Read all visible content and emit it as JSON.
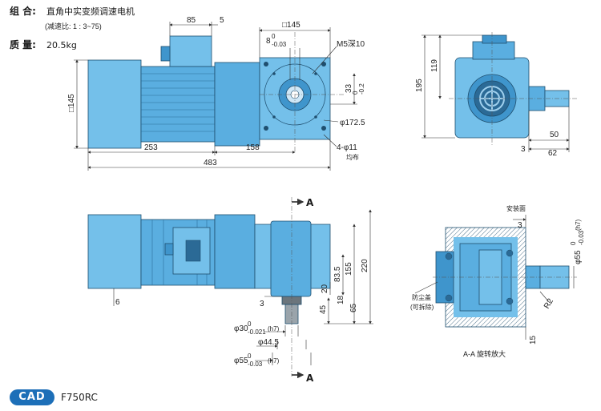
{
  "header": {
    "combo_label": "组 合:",
    "combo_value": "直角中实变频调速电机",
    "ratio_note": "(减速比: 1 : 3~75)",
    "mass_label": "质 量:",
    "mass_value": "20.5kg"
  },
  "front_view": {
    "dims": {
      "d85": "85",
      "d5": "5",
      "d145top": "□145",
      "d8tol": "8",
      "d8tol_up": "0",
      "d8tol_lo": "-0.03",
      "m5": "M5深10",
      "d33": "33",
      "d33tol": "0",
      "d33tol_lo": "-0.2",
      "d145left": "□145",
      "phi172": "φ172.5",
      "holes": "4-φ11",
      "holes_note": "均布",
      "d253": "253",
      "d158": "158",
      "d483": "483"
    }
  },
  "side_view": {
    "dims": {
      "d195": "195",
      "d119": "119",
      "d50": "50",
      "d3": "3",
      "d62": "62"
    }
  },
  "bottom_view": {
    "section_mark_top": "A",
    "section_mark_bot": "A",
    "dims": {
      "d155": "155",
      "d220": "220",
      "d83": "83.5",
      "d20": "20",
      "d18": "18",
      "d45": "45",
      "d65": "65",
      "d6": "6",
      "d3b": "3",
      "phi30": "φ30",
      "phi30_up": "0",
      "phi30_lo": "-0.021",
      "phi30_h": "(h7)",
      "phi44": "φ44.5",
      "phi55": "φ55",
      "phi55_up": "0",
      "phi55_lo": "-0.03",
      "phi55_h": "(h7)"
    }
  },
  "section_view": {
    "install_label": "安装面",
    "dust_cover": "防尘盖",
    "removable": "(可拆除)",
    "d3": "3",
    "phi55r": "φ55",
    "phi55r_up": "0",
    "phi55r_lo": "-0.03",
    "phi55r_h": "(h7)",
    "r2": "R2",
    "d15": "15",
    "caption": "A-A 旋转放大"
  },
  "footer": {
    "badge": "CAD",
    "model": "F750RC"
  },
  "colors": {
    "body": "#5aaee0",
    "accent": "#1d6fb8"
  }
}
